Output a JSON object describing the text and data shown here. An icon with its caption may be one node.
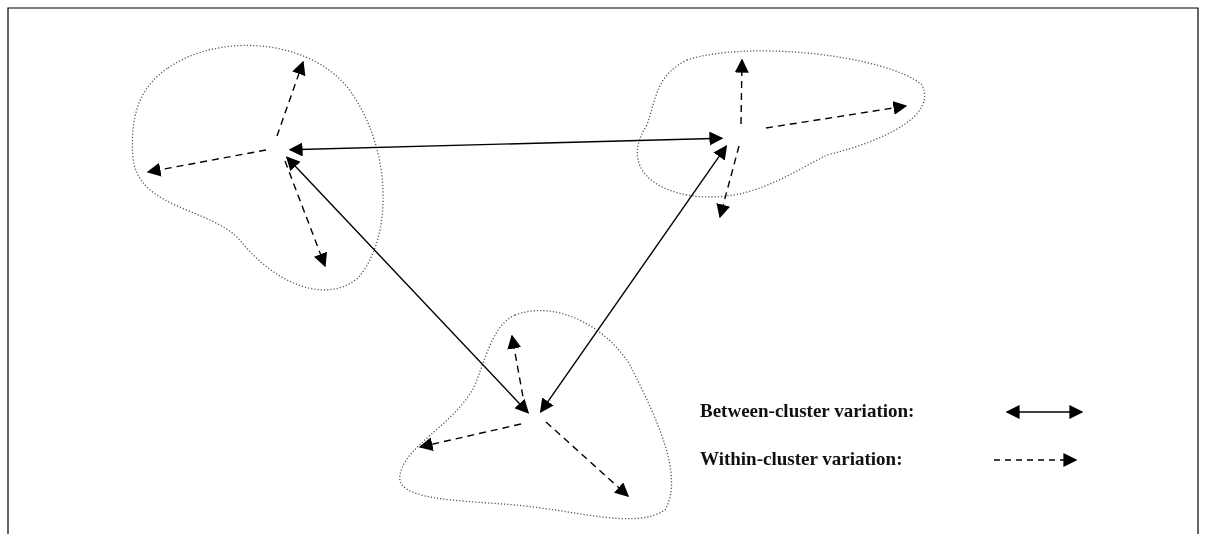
{
  "diagram": {
    "nodes": [
      {
        "text": [],
        "shape": "cloud"
      },
      {
        "text": [],
        "shape": "cloud"
      },
      {
        "text": [],
        "shape": "cloud"
      }
    ],
    "edges": [
      {
        "from": 0,
        "to": 1,
        "arrow": "both"
      },
      {
        "from": 0,
        "to": 2,
        "arrow": "both"
      },
      {
        "from": 2,
        "to": 1,
        "arrow": "both"
      }
    ],
    "legend": [
      {
        "text": "Between-cluster variation:"
      },
      {
        "text": "Within-cluster variation:"
      }
    ]
  }
}
